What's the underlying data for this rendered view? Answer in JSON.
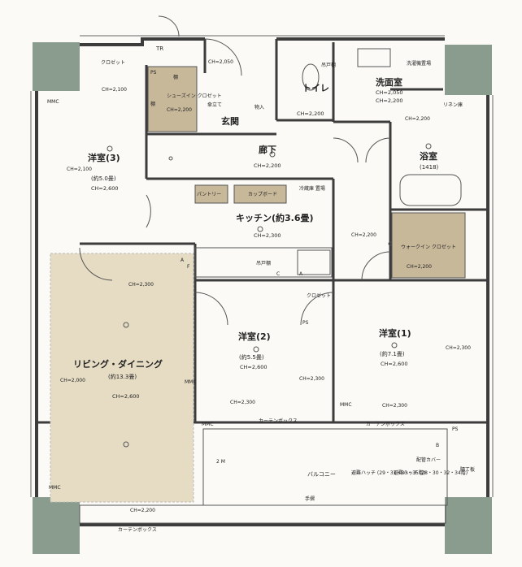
{
  "rooms": {
    "western3_name": "洋室(3)",
    "western3_size": "(約5.0畳)",
    "western3_ch": "CH=2,600",
    "western2_name": "洋室(2)",
    "western2_size": "(約5.5畳)",
    "western2_ch": "CH=2,600",
    "western1_name": "洋室(1)",
    "western1_size": "(約7.1畳)",
    "western1_ch": "CH=2,600",
    "living_name": "リビング・ダイニング",
    "living_size": "(約13.3畳)",
    "living_ch": "CH=2,600",
    "kitchen_name": "キッチン(約3.6畳)",
    "kitchen_ch": "CH=2,300",
    "corridor_name": "廊下",
    "corridor_ch": "CH=2,200",
    "entrance_name": "玄関",
    "toilet_name": "トイレ",
    "toilet_ch": "CH=2,200",
    "washroom_name": "洗面室",
    "washroom_ch1": "CH=2,050",
    "washroom_ch2": "CH=2,200",
    "bath_name": "浴室",
    "bath_size": "(1418)",
    "balcony_name": "バルコニー"
  },
  "labels": {
    "closet_top": "クロゼット",
    "tr": "TR",
    "ps_top": "PS",
    "shelf1": "棚",
    "shelf2": "棚",
    "shoe_closet": "シューズイン クロゼット",
    "shoe_ch": "CH=2,200",
    "umbrella": "傘立て",
    "objects": "物入",
    "entrance_ch": "CH=2,050",
    "hanging_shelf_toilet": "吊戸棚",
    "laundry_shelf": "洗濯機置場",
    "linen": "リネン庫",
    "pantry": "パントリー",
    "cupboard": "カップボード",
    "fridge": "冷蔵庫 置場",
    "hanging_shelf_kitchen": "吊戸棚",
    "walkin": "ウォークイン クロゼット",
    "walkin_ch": "CH=2,200",
    "closet_mid": "クロゼット",
    "ps_mid": "PS",
    "ps_bottom": "PS",
    "mmc1": "MMC",
    "mmc2": "MMC",
    "mmc3": "MMC",
    "mmc4": "MMC",
    "mmc5": "MMC",
    "curtain1": "カーテンボックス",
    "curtain2": "カーテンボックス",
    "curtain3": "カーテンボックス",
    "pipe_cover": "配管カバー",
    "hatch1": "避難ハッチ (29・31・33・35階)",
    "hatch2": "避難ハッチ (28・30・32・34階)",
    "handrail": "手摺",
    "partition": "隔て板",
    "ch_w3_top": "CH=2,100",
    "ch_w3_side": "CH=2,100",
    "ch_ld_top": "CH=2,300",
    "ch_ld_side": "CH=2,000",
    "ch_ld_bottom": "CH=2,200",
    "ch_kitchen_right": "CH=2,200",
    "ch_w2_bottom": "CH=2,300",
    "ch_w2_right": "CH=2,300",
    "ch_w1_bottom": "CH=2,300",
    "ch_w1_right": "CH=2,300",
    "ch_bath": "CH=2,200",
    "a_mark": "A",
    "b_mark": "B",
    "c_mark": "C",
    "f_mark": "F",
    "a_mark2": "A",
    "two_m": "2 M"
  },
  "colors": {
    "wall": "#3c3c3c",
    "column": "#8a9c8e",
    "storage": "#c8b89a",
    "line": "#555555"
  }
}
